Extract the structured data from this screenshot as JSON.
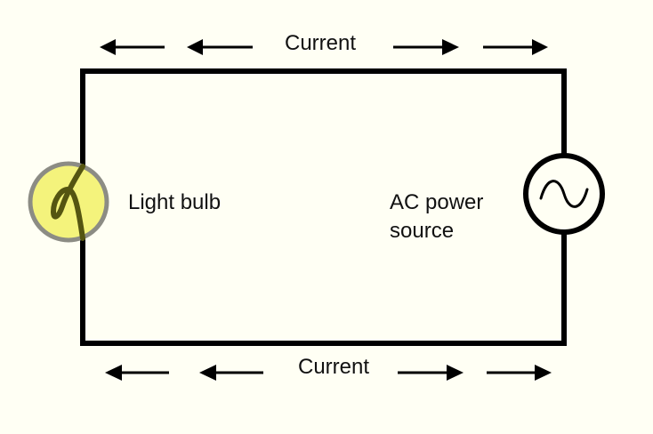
{
  "labels": {
    "current_top": "Current",
    "current_bottom": "Current",
    "light_bulb": "Light bulb",
    "ac_source_line1": "AC power",
    "ac_source_line2": "source"
  },
  "components": {
    "bulb_icon": "light-bulb-icon",
    "source_icon": "ac-source-icon"
  },
  "arrows": {
    "left_direction": "left",
    "right_direction": "right"
  },
  "colors": {
    "background": "#fffff4",
    "wire": "#000000",
    "bulb_glow": "#f4f37c",
    "bulb_ring": "#8c8c84",
    "filament": "#555511",
    "text": "#111111"
  }
}
